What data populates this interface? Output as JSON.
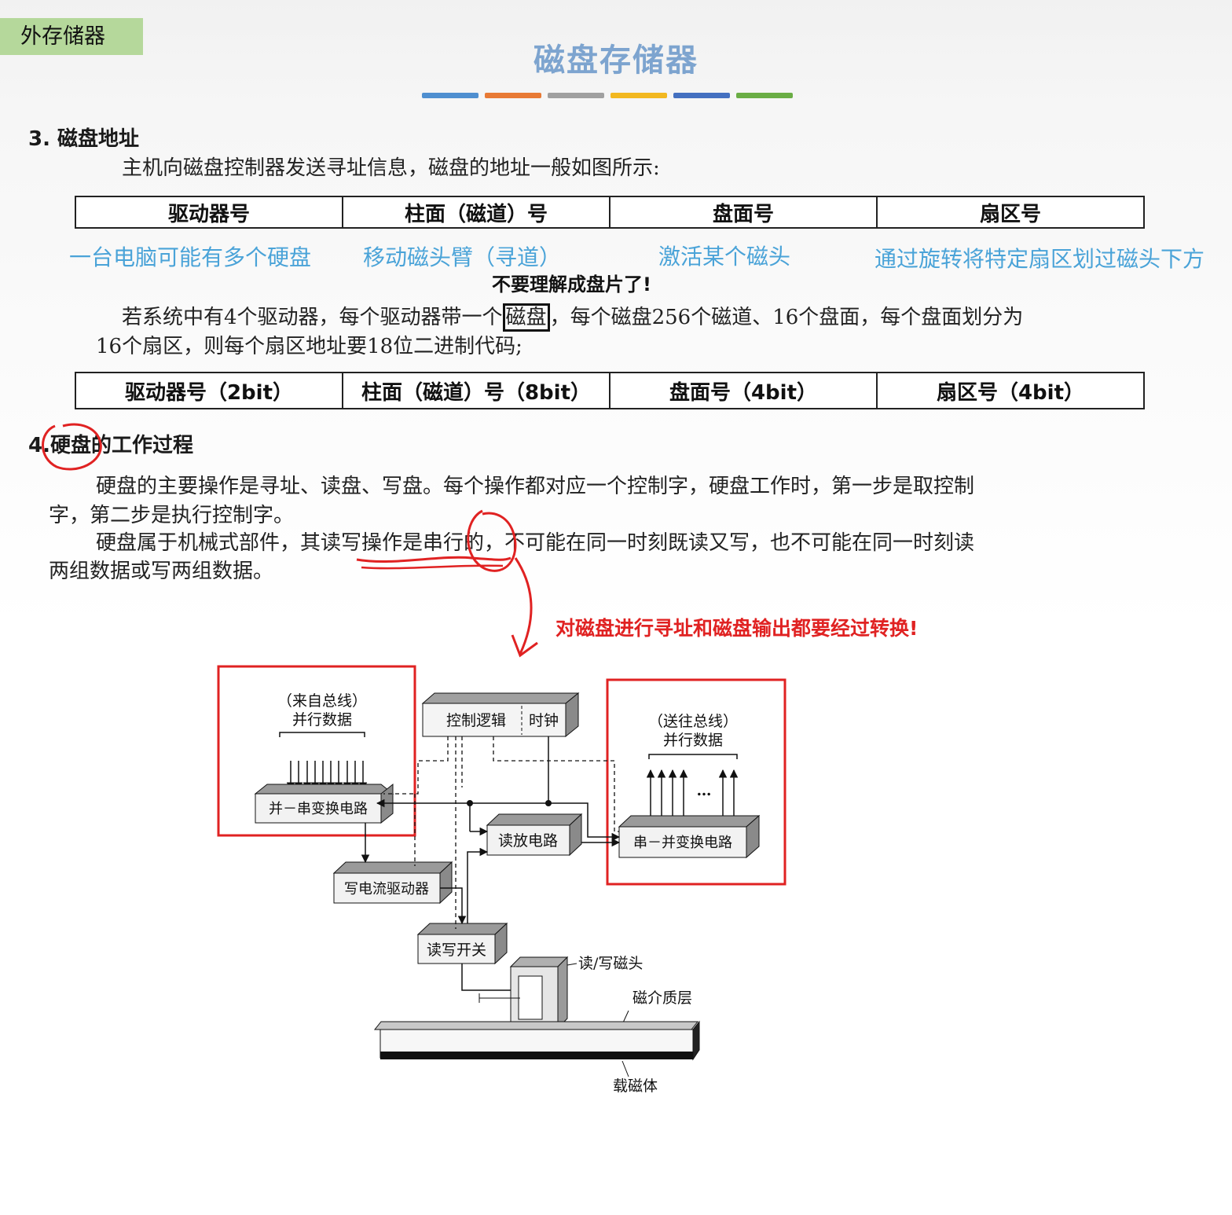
{
  "header": {
    "tag": "外存储器",
    "title": "磁盘存储器",
    "title_bar_colors": [
      "#4f8fd0",
      "#e87a35",
      "#a0a0a0",
      "#f2b820",
      "#4470c0",
      "#6aad45"
    ]
  },
  "section3": {
    "heading": "3. 磁盘地址",
    "intro": "主机向磁盘控制器发送寻址信息，磁盘的地址一般如图所示:",
    "address_fields": [
      "驱动器号",
      "柱面（磁道）号",
      "盘面号",
      "扇区号"
    ],
    "field_notes": [
      "一台电脑可能有多个硬盘",
      "移动磁头臂（寻道）",
      "激活某个磁头",
      "通过旋转将特定扇区划过磁头下方"
    ],
    "aside_note": "不要理解成盘片了!",
    "example_part1": "若系统中有4个驱动器，每个驱动器带一个",
    "example_boxed": "磁盘",
    "example_part2": "，每个磁盘256个磁道、16个盘面，每个盘面划分为",
    "example_line2": "16个扇区，则每个扇区地址要18位二进制代码;",
    "bit_fields": [
      "驱动器号（2bit）",
      "柱面（磁道）号（8bit）",
      "盘面号（4bit）",
      "扇区号（4bit）"
    ]
  },
  "section4": {
    "heading_num": "4.",
    "heading_circled": "硬盘",
    "heading_rest": "的工作过程",
    "para1_line1": "硬盘的主要操作是寻址、读盘、写盘。每个操作都对应一个控制字，硬盘工作时，第一步是取控制",
    "para1_line2": "字，第二步是执行控制字。",
    "para2_a": "硬盘属于机械式部件，其",
    "para2_underlined": "读写操作是",
    "para2_circled": "串行",
    "para2_b": "的，不可能在同一时刻既读又写，也不可能在同一时刻读",
    "para2_line2": "两组数据或写两组数据。",
    "red_note": "对磁盘进行寻址和磁盘输出都要经过转换!"
  },
  "diagram": {
    "from_bus": "（来自总线）",
    "parallel_in": "并行数据",
    "to_bus": "（送往总线）",
    "parallel_out": "并行数据",
    "control_logic": "控制逻辑",
    "clock": "时钟",
    "p2s": "并－串变换电路",
    "s2p": "串－并变换电路",
    "read_amp": "读放电路",
    "write_driver": "写电流驱动器",
    "rw_switch": "读写开关",
    "rw_head": "读/写磁头",
    "magnetic_layer": "磁介质层",
    "substrate": "载磁体",
    "dots": "…"
  }
}
